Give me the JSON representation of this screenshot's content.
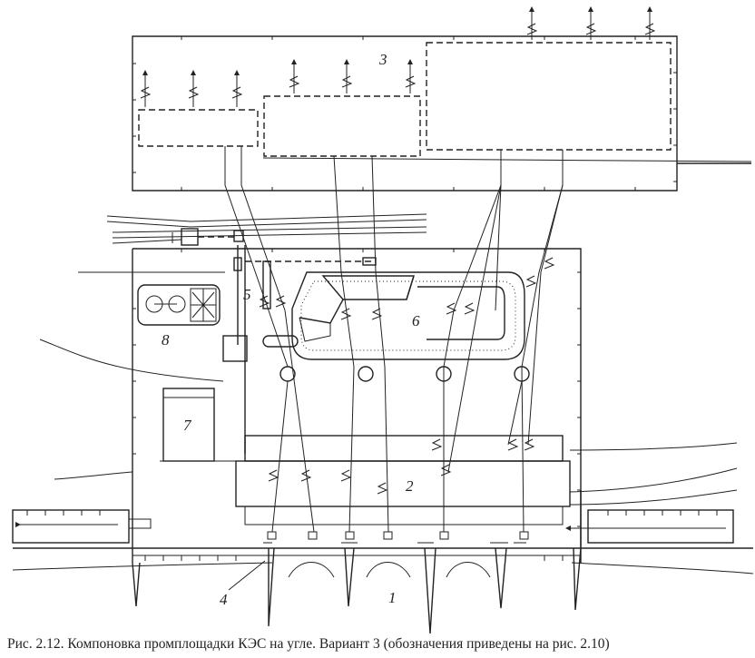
{
  "labels": {
    "n1": "1",
    "n2": "2",
    "n3": "3",
    "n4": "4",
    "n5": "5",
    "n6": "6",
    "n7": "7",
    "n8": "8"
  },
  "caption": "Рис. 2.12. Компоновка промплощадки КЭС на угле. Вариант 3 (обозначения приведены   на рис. 2.10)",
  "icons": [
    "lightning-arrow-icon",
    "pump-circle-icon",
    "ground-hatch-icon"
  ]
}
